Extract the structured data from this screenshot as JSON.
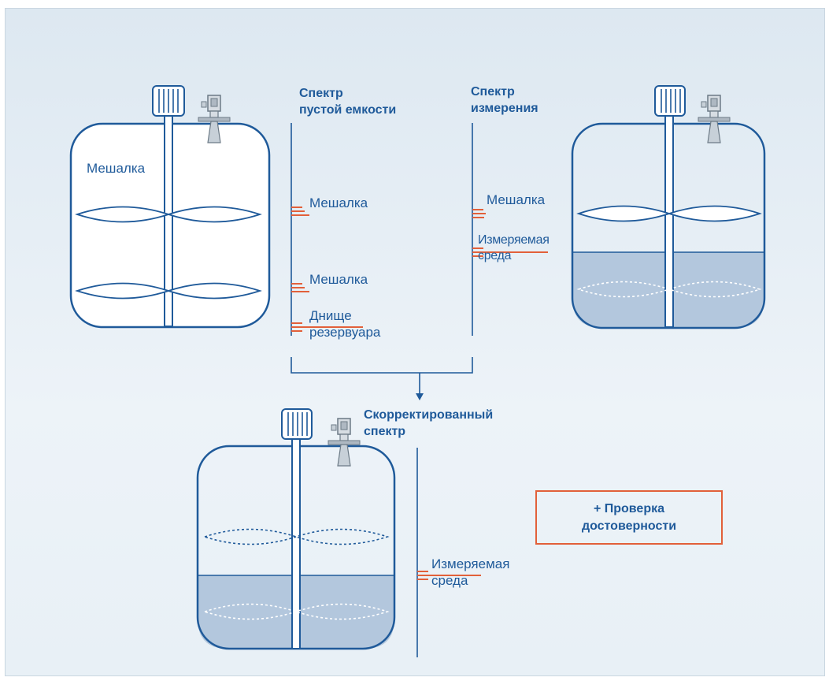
{
  "headings": {
    "empty_spectrum": "Спектр\nпустой емкости",
    "measurement_spectrum": "Спектр\nизмерения",
    "corrected_spectrum": "Скорректированный\nспектр"
  },
  "labels": {
    "tank1_agitator": "Мешалка",
    "empty_agitator_1": "Мешалка",
    "empty_agitator_2": "Мешалка",
    "empty_bottom": "Днище\nрезервуара",
    "meas_agitator": "Мешалка",
    "meas_medium": "Измеряемая\nсреда",
    "corr_medium": "Измеряемая\nсреда"
  },
  "validation": "+ Проверка\nдостоверности",
  "colors": {
    "primary": "#1f5a9a",
    "echo": "#e2603a",
    "liquid": "#b3c7dd",
    "background": "#e4edf5"
  }
}
